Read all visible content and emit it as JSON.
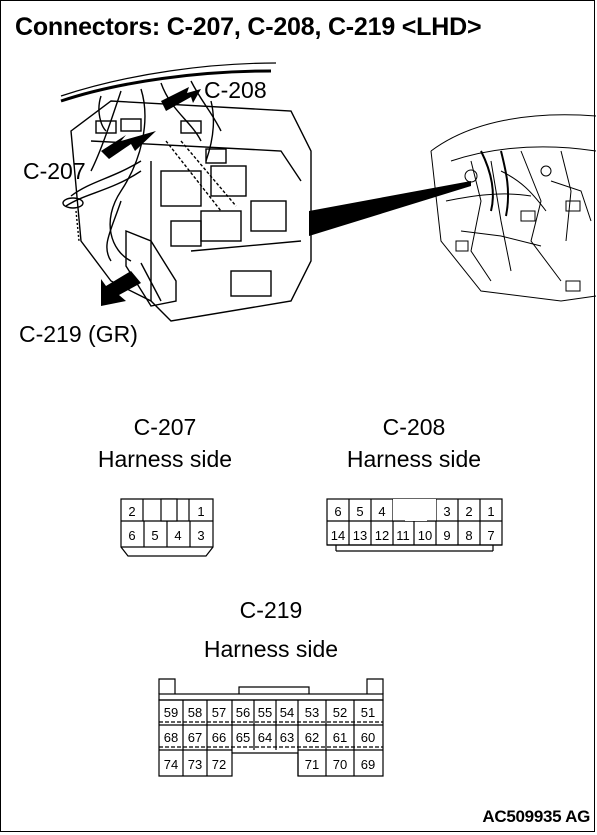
{
  "title": "Connectors: C-207, C-208, C-219 <LHD>",
  "callouts": {
    "c208": "C-208",
    "c207": "C-207",
    "c219": "C-219 (GR)"
  },
  "connectors": {
    "c207": {
      "name": "C-207",
      "side": "Harness side",
      "rows": [
        [
          "2",
          "",
          "1"
        ],
        [
          "6",
          "5",
          "4",
          "3"
        ]
      ]
    },
    "c208": {
      "name": "C-208",
      "side": "Harness side",
      "rows": [
        [
          "6",
          "5",
          "4",
          "",
          "3",
          "2",
          "1"
        ],
        [
          "14",
          "13",
          "12",
          "11",
          "10",
          "9",
          "8",
          "7"
        ]
      ]
    },
    "c219": {
      "name": "C-219",
      "side": "Harness side",
      "rows": [
        [
          "59",
          "58",
          "57",
          "56",
          "55",
          "54",
          "53",
          "52",
          "51"
        ],
        [
          "68",
          "67",
          "66",
          "65",
          "64",
          "63",
          "62",
          "61",
          "60"
        ],
        [
          "74",
          "73",
          "72",
          "71",
          "70",
          "69"
        ]
      ]
    }
  },
  "figure_id": "AC509935 AG"
}
